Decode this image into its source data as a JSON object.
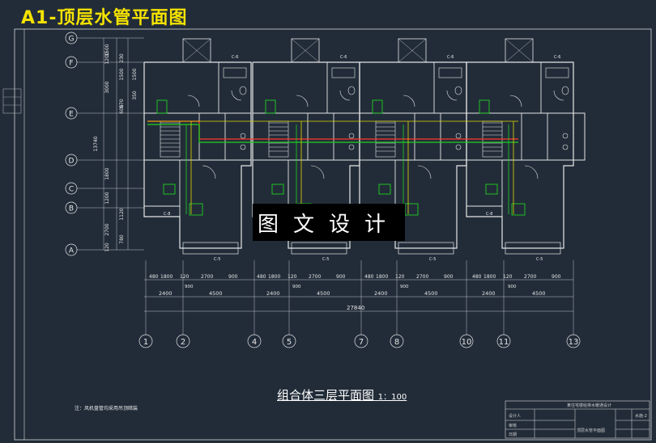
{
  "banner": {
    "title": "A1-顶层水管平面图"
  },
  "watermark": {
    "text": "图文设计"
  },
  "caption": {
    "title": "组合体三层平面图",
    "scale": "1：100"
  },
  "note": {
    "text": "注：风机盘管均采用吊顶暗装"
  },
  "axes": {
    "rows": [
      "G",
      "F",
      "E",
      "D",
      "C",
      "B",
      "A"
    ],
    "cols": [
      "1",
      "2",
      "4",
      "5",
      "7",
      "8",
      "10",
      "11",
      "13"
    ],
    "left_dims": [
      "1500",
      "1200",
      "230",
      "3000",
      "1500",
      "1500",
      "570",
      "350",
      "600",
      "13740",
      "1800",
      "1200",
      "2700",
      "1120",
      "780",
      "120"
    ],
    "row1_dims": [
      "480",
      "1800",
      "120",
      "2700",
      "900",
      "480",
      "1800",
      "120",
      "2700",
      "900",
      "480",
      "1800",
      "120",
      "2700",
      "900",
      "480",
      "1800",
      "120",
      "2700",
      "900"
    ],
    "row1_sub": [
      "900",
      "900",
      "900",
      "900"
    ],
    "row2_dims": [
      "2400",
      "4500",
      "2400",
      "4500",
      "2400",
      "4500",
      "2400",
      "4500"
    ],
    "total_dim": "27840"
  },
  "window_tags": [
    "C-6",
    "C-6",
    "C-6",
    "C-5",
    "C-8",
    "C-8",
    "C-8",
    "C-8",
    "C-5",
    "C-5",
    "C-5",
    "C-5"
  ],
  "title_block": {
    "project": "某住宅楼给排水暖通设计",
    "drawing": "顶层水管平面图",
    "rows": [
      "设计人",
      "审核",
      "日期"
    ],
    "code": "水施-2"
  },
  "colors": {
    "background": "#222c39",
    "lines": "#e6e6e6",
    "pipe_red": "#ff3a2a",
    "pipe_green": "#1fd11f",
    "banner": "#f4e200",
    "yellow": "#e0d800"
  }
}
